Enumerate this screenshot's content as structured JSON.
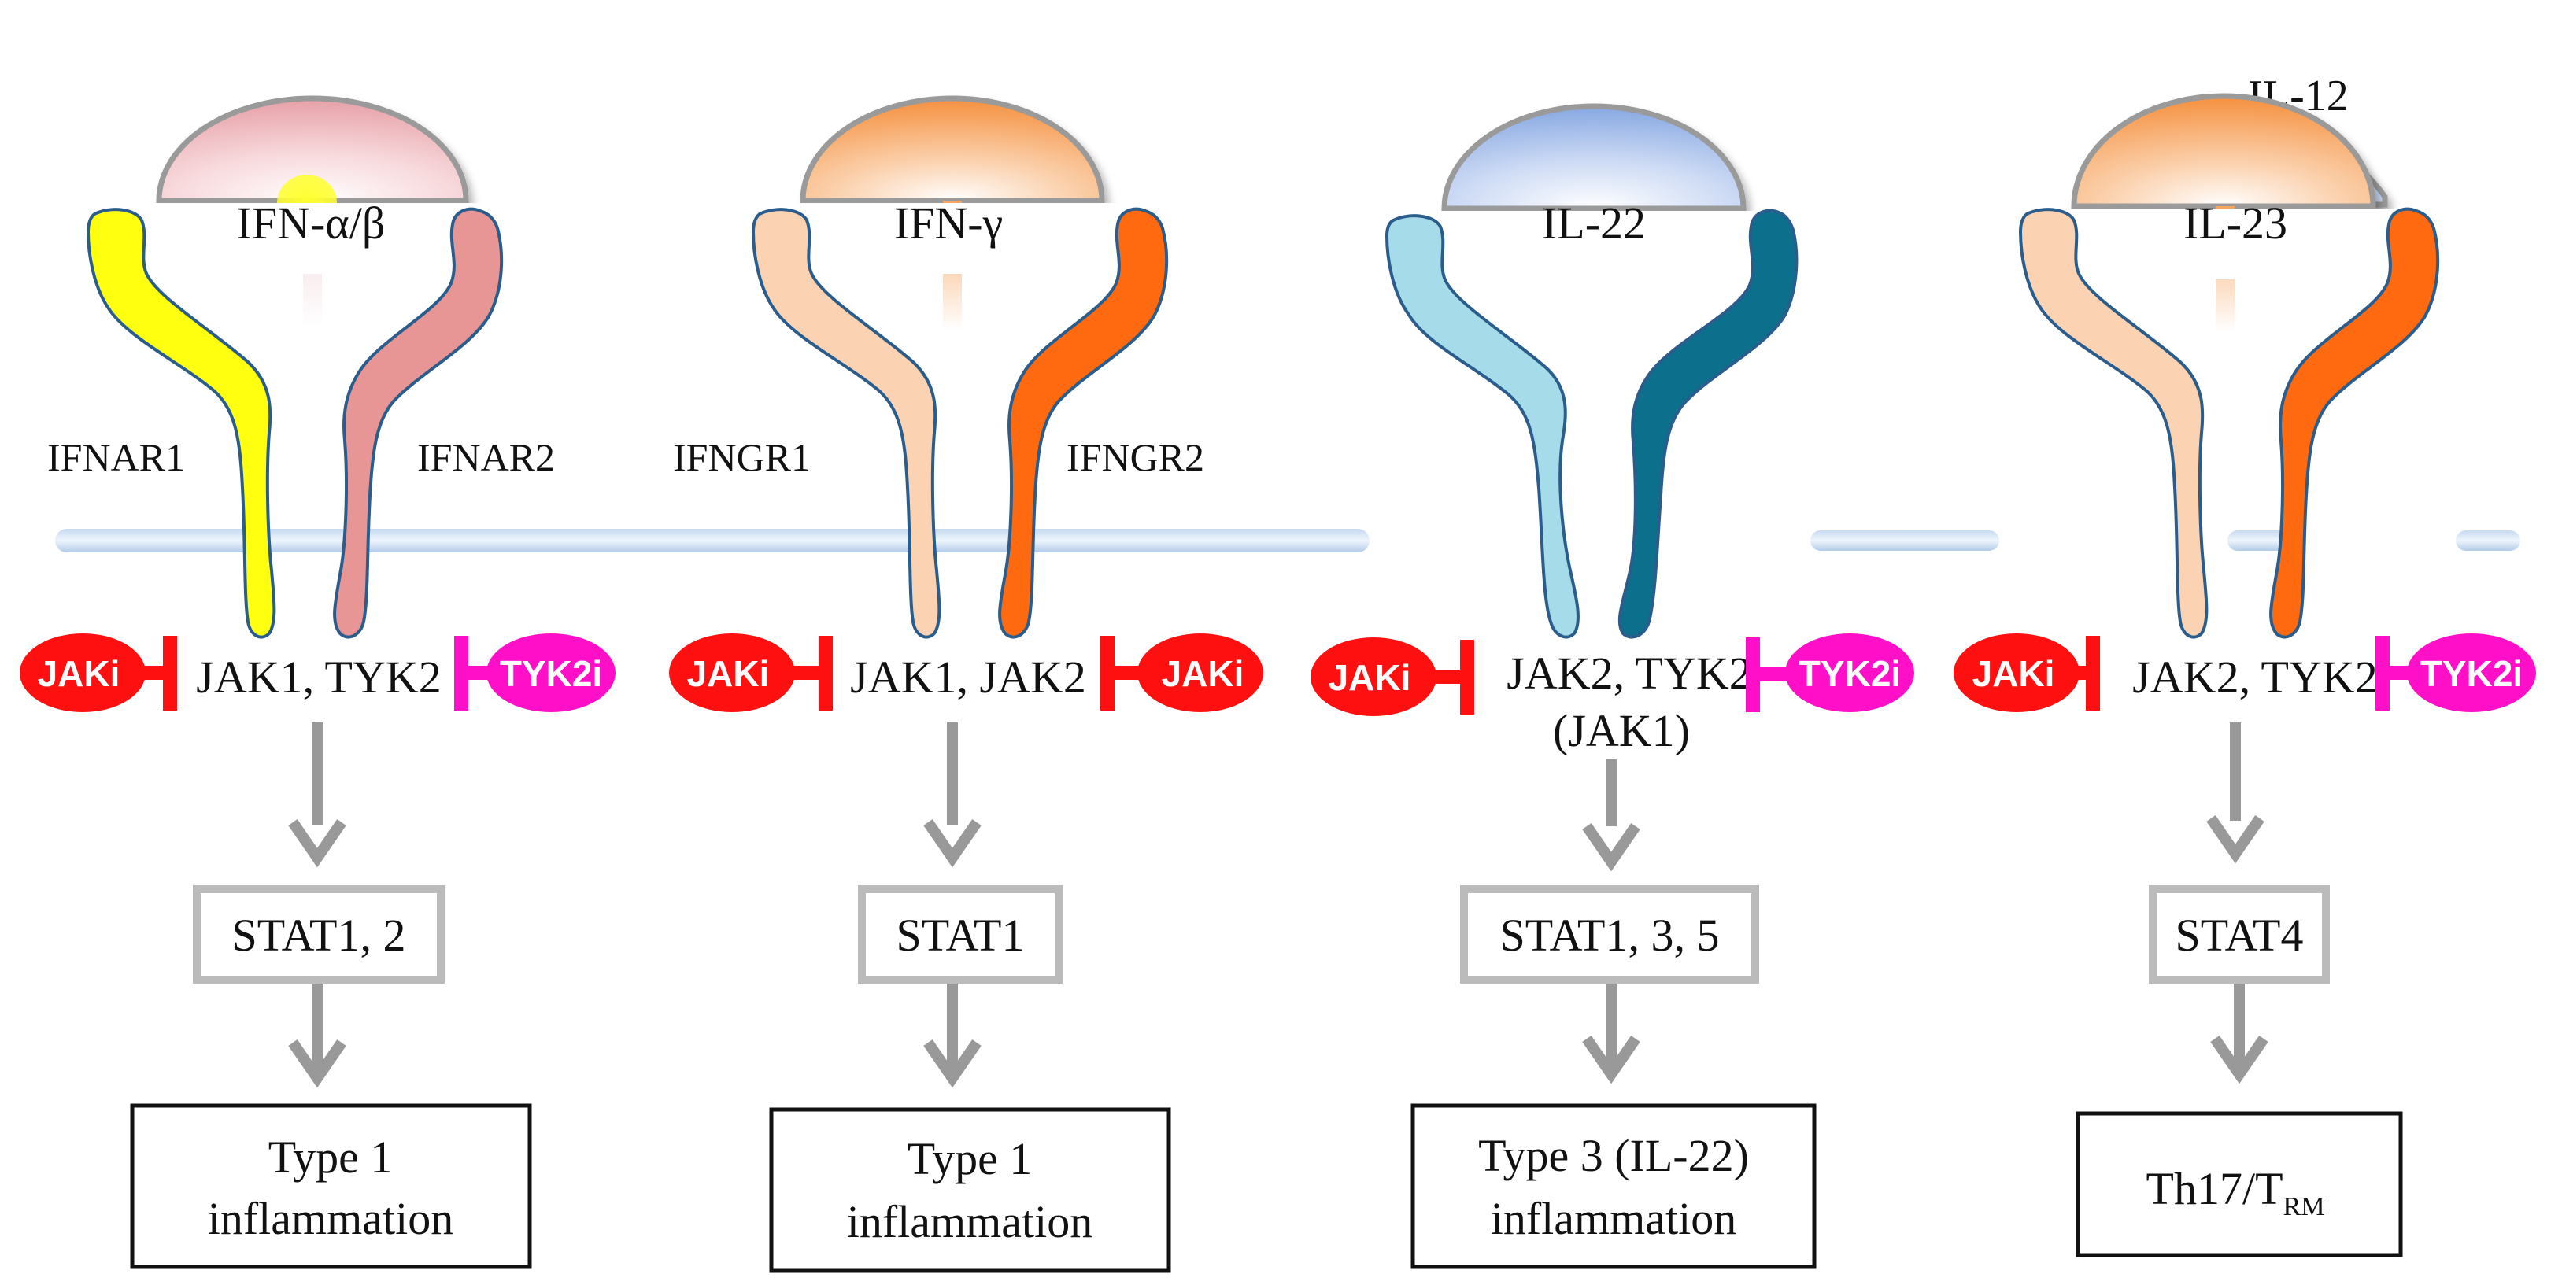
{
  "colors": {
    "membrane": "#b7d0ec",
    "arrow": "#999999",
    "stat_border": "#bbbbbb",
    "outcome_border": "#111111",
    "jaki": "#ff1010",
    "tyk2i": "#ff10c8",
    "receptor_outline": "#2a5d8c",
    "yellow": "#ffff10",
    "pink": "#e89595",
    "peach": "#fbd3b2",
    "orange": "#ff6a10",
    "light_blue": "#a6dcea",
    "teal": "#0c6f8c",
    "cytokine_pink": "#e9a7ad",
    "cytokine_orange": "#f79b50",
    "cytokine_blue": "#8fb0e6"
  },
  "pathways": [
    {
      "cytokine": "IFN-α/β",
      "receptor_left": "IFNAR1",
      "receptor_right": "IFNAR2",
      "left_inhibitor": "JAKi",
      "kinases": "JAK1, TYK2",
      "kinases_extra": "",
      "right_inhibitor": "TYK2i",
      "stat": "STAT1, 2",
      "outcome_line1": "Type 1",
      "outcome_line2": "inflammation"
    },
    {
      "cytokine": "IFN-γ",
      "receptor_left": "IFNGR1",
      "receptor_right": "IFNGR2",
      "left_inhibitor": "JAKi",
      "kinases": "JAK1, JAK2",
      "kinases_extra": "",
      "right_inhibitor": "JAKi",
      "stat": "STAT1",
      "outcome_line1": "Type 1",
      "outcome_line2": "inflammation"
    },
    {
      "cytokine": "IL-22",
      "receptor_left": "",
      "receptor_right": "",
      "left_inhibitor": "JAKi",
      "kinases": "JAK2, TYK2",
      "kinases_extra": "(JAK1)",
      "right_inhibitor": "TYK2i",
      "stat": "STAT1, 3, 5",
      "outcome_line1": "Type 3 (IL-22)",
      "outcome_line2": "inflammation"
    },
    {
      "cytokine": "IL-23",
      "cytokine_extra": "IL-12",
      "receptor_left": "",
      "receptor_right": "",
      "left_inhibitor": "JAKi",
      "kinases": "JAK2, TYK2",
      "kinases_extra": "",
      "right_inhibitor": "TYK2i",
      "stat": "STAT4",
      "outcome_main": "Th17/T",
      "outcome_sub": "RM"
    }
  ]
}
